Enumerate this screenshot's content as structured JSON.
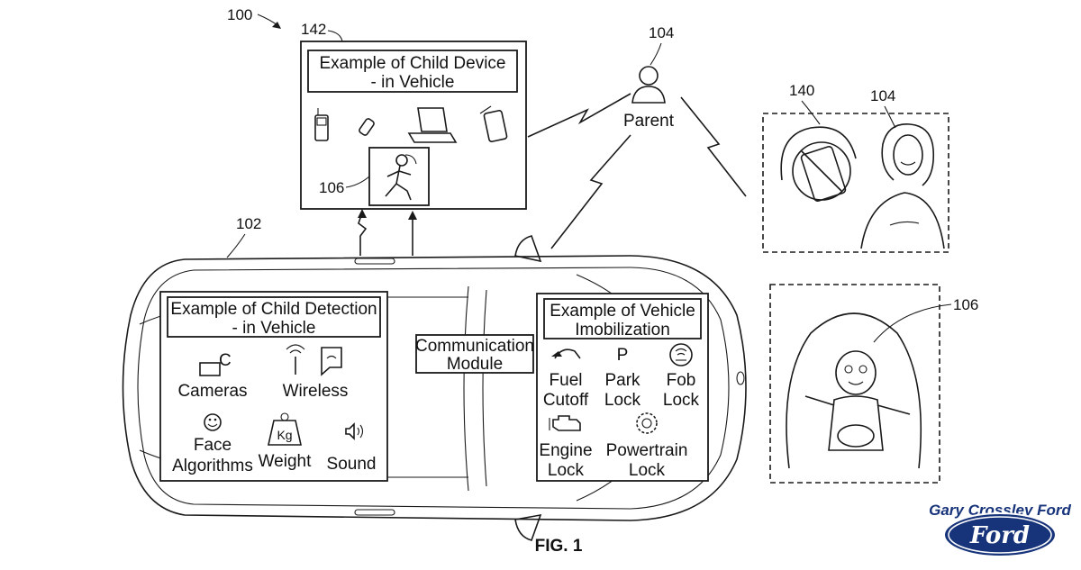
{
  "refs": {
    "system": "100",
    "vehicle": "102",
    "parent": "104",
    "parent_photo": "104",
    "child": "106",
    "child_seat": "106",
    "device_box": "142",
    "blocked_device": "140"
  },
  "parent_label": "Parent",
  "child_device_box": {
    "title_line1": "Example of Child Device",
    "title_line2": "- in Vehicle"
  },
  "detection_box": {
    "title_line1": "Example of Child Detection",
    "title_line2": "- in Vehicle",
    "items": {
      "cameras": "Cameras",
      "wireless": "Wireless",
      "face_line1": "Face",
      "face_line2": "Algorithms",
      "weight": "Weight",
      "sound": "Sound",
      "weight_glyph": "Kg",
      "camera_glyph": "C"
    }
  },
  "comm_module": {
    "line1": "Communication",
    "line2": "Module"
  },
  "immobilization_box": {
    "title_line1": "Example of Vehicle",
    "title_line2": "Imobilization",
    "park_glyph": "P",
    "items": {
      "fuel_line1": "Fuel",
      "fuel_line2": "Cutoff",
      "park_line1": "Park",
      "park_line2": "Lock",
      "fob_line1": "Fob",
      "fob_line2": "Lock",
      "engine_line1": "Engine",
      "engine_line2": "Lock",
      "powertrain_line1": "Powertrain",
      "powertrain_line2": "Lock"
    }
  },
  "figure_label": "FIG. 1",
  "branding": {
    "dealer": "Gary Crossley Ford",
    "logo": "Ford"
  },
  "colors": {
    "line": "#1a1a1a",
    "ford_blue": "#17337a"
  }
}
